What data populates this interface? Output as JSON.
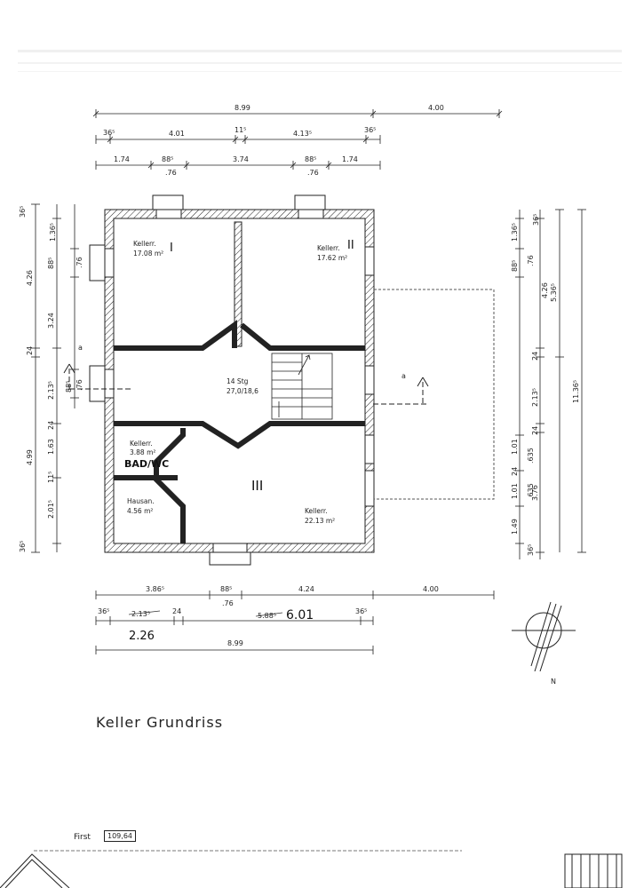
{
  "title": "Keller Grundriss",
  "footer": {
    "first_label": "First",
    "first_value": "109,64"
  },
  "compass": {
    "north_label": "N"
  },
  "top_dims": {
    "row1": [
      "8.99",
      "4.00"
    ],
    "row2": [
      "36⁵",
      "4.01",
      "11⁵",
      "4.13⁵",
      "36⁵"
    ],
    "row3": [
      "1.74",
      "88⁵",
      "3.74",
      "88⁵",
      "1.74"
    ],
    "row3_sub": [
      ".76",
      ".76"
    ]
  },
  "bottom_dims": {
    "row1": [
      "3.86⁵",
      "88⁵",
      "4.24",
      "4.00"
    ],
    "row1_sub": [
      ".76"
    ],
    "row2": [
      "36⁵",
      "2.13⁵",
      "24",
      "5.88⁵",
      "36⁵"
    ],
    "row2_hand": [
      "2.26",
      "6.01"
    ],
    "row3": [
      "8.99"
    ]
  },
  "left_dims": {
    "outer": [
      "4.26",
      "24",
      "4.99"
    ],
    "mid": [
      "36⁵",
      "88⁵",
      "3.24",
      "2.13⁵",
      "24",
      "1.63",
      "11⁵",
      "2.01⁵",
      "36⁵"
    ],
    "inner": [
      "1.36⁵",
      ".76",
      "88⁵",
      ".76"
    ]
  },
  "right_dims": {
    "c1": [
      "1.36⁵",
      "88⁵",
      "1.01",
      "24",
      "1.01",
      "1.49",
      "36⁵"
    ],
    "c2": [
      ".76",
      ".635",
      ".635",
      "36⁵"
    ],
    "c3": [
      "36⁵",
      "4.26",
      "24",
      "2.13⁵",
      "24",
      "3.76"
    ],
    "c4": [
      "5.36⁵"
    ],
    "c5": [
      "11.36⁵"
    ]
  },
  "rooms": {
    "keller1": {
      "name": "Kellerr.",
      "area": "17.08 m²",
      "numeral": "I"
    },
    "keller2": {
      "name": "Kellerr.",
      "area": "17.62 m²",
      "numeral": "II"
    },
    "stair": {
      "name": "14 Stg",
      "size": "27,0/18,6"
    },
    "keller3": {
      "name": "Kellerr.",
      "area": "3.88 m²",
      "hand": "BAD/WC"
    },
    "hausan": {
      "name": "Hausan.",
      "area": "4.56 m²"
    },
    "keller4": {
      "name": "Kellerr.",
      "area": "22.13 m²",
      "numeral": "III"
    }
  },
  "section_marks": {
    "left": "a",
    "right": "a"
  }
}
